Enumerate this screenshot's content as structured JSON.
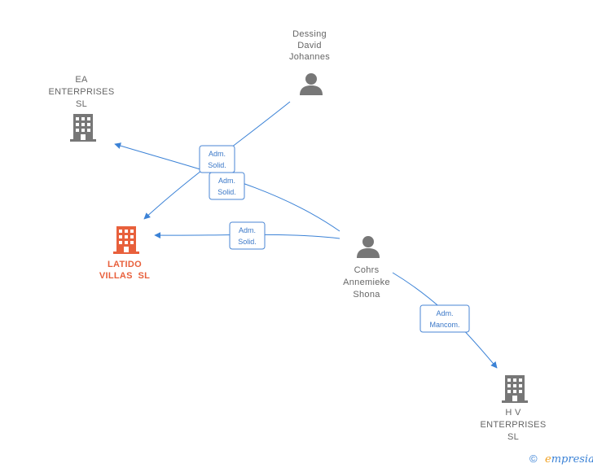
{
  "colors": {
    "company": "#777777",
    "company_main": "#e8603c",
    "person": "#777777",
    "edge": "#3b82d6"
  },
  "nodes": [
    {
      "id": "dessing",
      "type": "person",
      "icon": "person-icon",
      "lines": [
        "Dessing",
        "David",
        "Johannes"
      ]
    },
    {
      "id": "ea",
      "type": "company",
      "icon": "building-icon",
      "lines": [
        "EA",
        "ENTERPRISES",
        "SL"
      ]
    },
    {
      "id": "latido",
      "type": "company-main",
      "icon": "building-icon",
      "lines": [
        "LATIDO",
        "VILLAS  SL"
      ]
    },
    {
      "id": "cohrs",
      "type": "person",
      "icon": "person-icon",
      "lines": [
        "Cohrs",
        "Annemieke",
        "Shona"
      ]
    },
    {
      "id": "hv",
      "type": "company",
      "icon": "building-icon",
      "lines": [
        "H V",
        "ENTERPRISES",
        "SL"
      ]
    }
  ],
  "edges": [
    {
      "from": "dessing",
      "to": "latido",
      "lines": [
        "Adm.",
        "Solid."
      ]
    },
    {
      "from": "cohrs",
      "to": "ea",
      "lines": [
        "Adm.",
        "Solid."
      ]
    },
    {
      "from": "cohrs",
      "to": "latido",
      "lines": [
        "Adm.",
        "Solid."
      ]
    },
    {
      "from": "cohrs",
      "to": "hv",
      "lines": [
        "Adm.",
        "Mancom."
      ]
    }
  ],
  "footer": {
    "copyright": "©",
    "brand_initial": "e",
    "brand_rest": "mpresia"
  }
}
